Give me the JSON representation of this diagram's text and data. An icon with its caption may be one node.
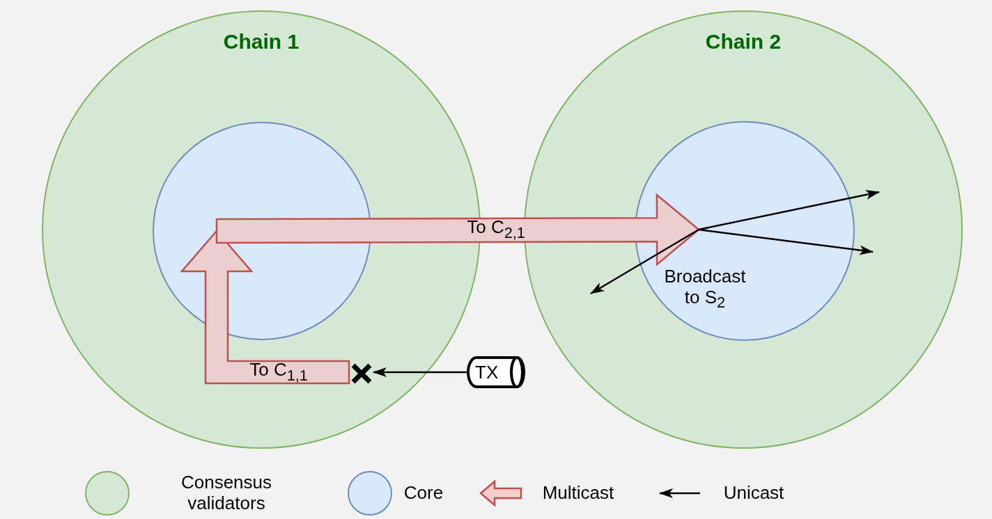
{
  "diagram": {
    "nodes": [
      {
        "text": [
          "Chain 1"
        ]
      },
      {
        "text": [],
        "shape": "circle",
        "in": 0
      },
      {
        "text": [
          "Chain 2"
        ]
      },
      {
        "text": [],
        "shape": "circle",
        "in": 2
      },
      {
        "text": [
          "TX"
        ]
      },
      {
        "text": [],
        "shape": "cross",
        "in": 0
      }
    ],
    "edges": [
      {
        "from": 4,
        "to": 5,
        "arrow": "to"
      },
      {
        "from": 5,
        "to": 1,
        "arrow": "to",
        "label": "To C$_{1,1}$",
        "style": "thick",
        "color": "#b85450"
      },
      {
        "from": 1,
        "to": 3,
        "arrow": "to",
        "label": "To C$_{2,1}$",
        "style": "thick",
        "color": "#b85450"
      },
      {
        "from": 3,
        "to": null,
        "arrow": "to"
      },
      {
        "from": 3,
        "to": null,
        "arrow": "to"
      },
      {
        "from": 3,
        "to": null,
        "arrow": "to"
      }
    ],
    "labels": [
      "Broadcast to S$_{2}$"
    ],
    "legend": [
      {
        "text": "Consensus validators",
        "color": "#d5e8d4"
      },
      {
        "text": "Core",
        "color": "#dae8fc"
      },
      {
        "text": "Multicast"
      },
      {
        "text": "Unicast"
      }
    ]
  }
}
